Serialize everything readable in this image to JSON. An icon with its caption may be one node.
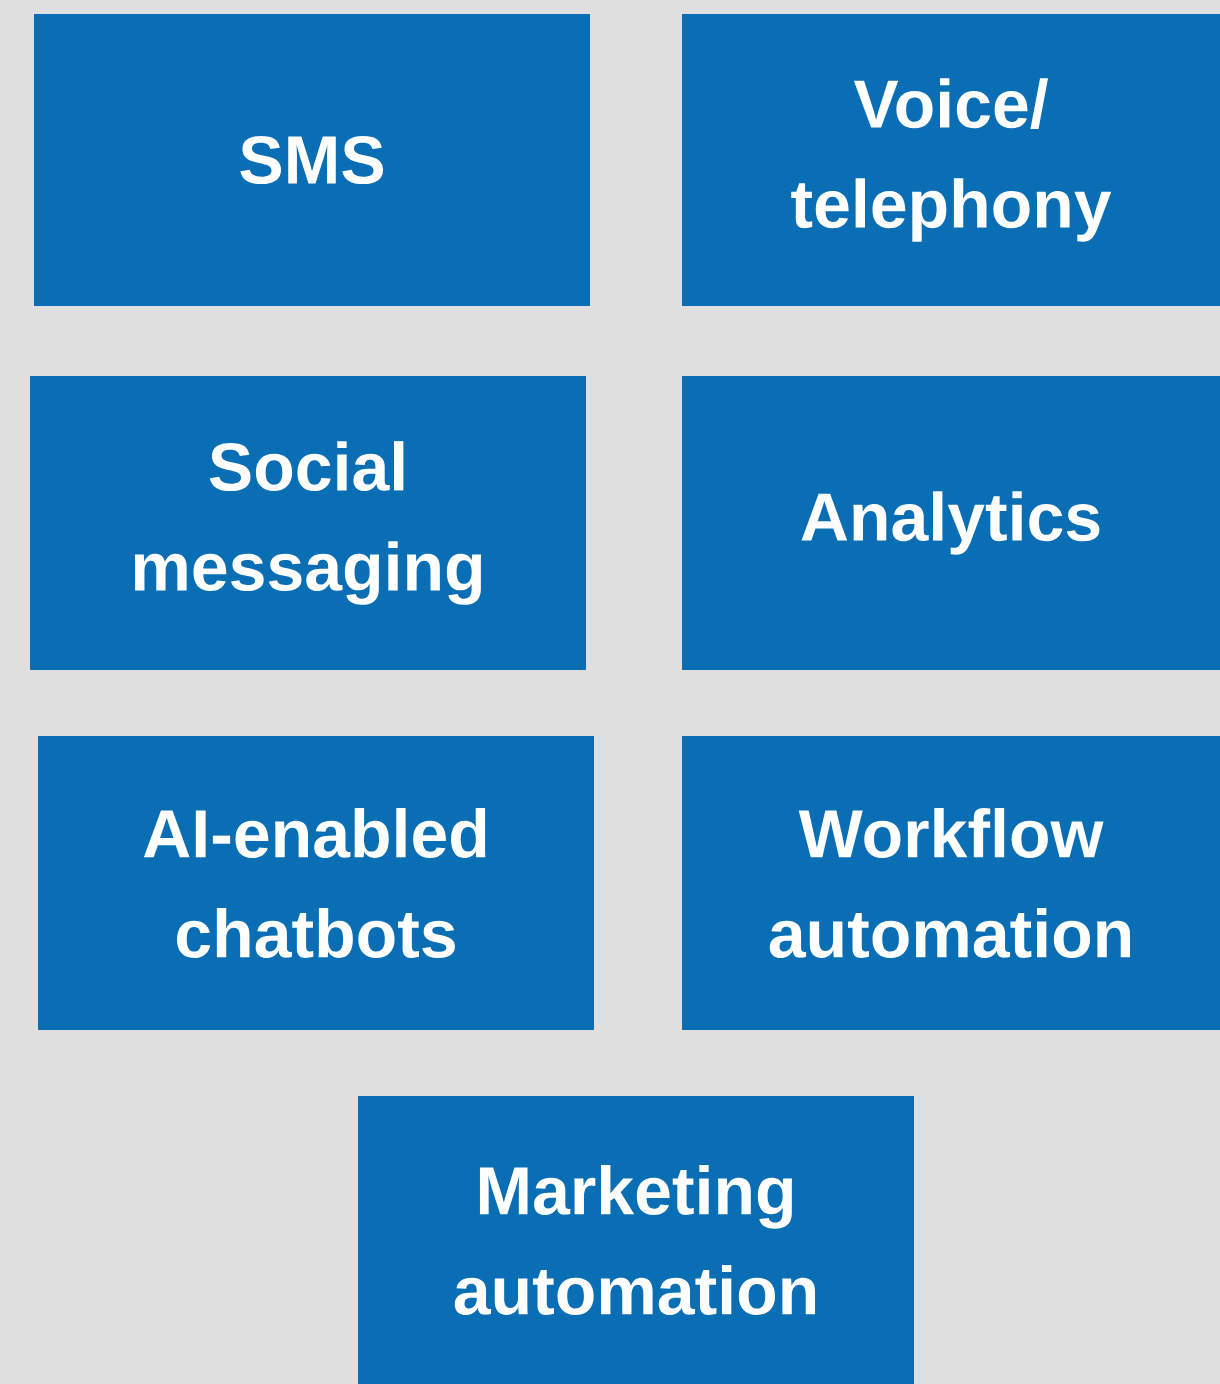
{
  "diagram": {
    "nodes": [
      {
        "text": [
          "SMS"
        ]
      },
      {
        "text": [
          "Voice/ telephony"
        ]
      },
      {
        "text": [
          "Social messaging"
        ]
      },
      {
        "text": [
          "Analytics"
        ]
      },
      {
        "text": [
          "AI-enabled chatbots"
        ]
      },
      {
        "text": [
          "Workflow automation"
        ]
      },
      {
        "text": [
          "Marketing automation"
        ]
      }
    ]
  }
}
